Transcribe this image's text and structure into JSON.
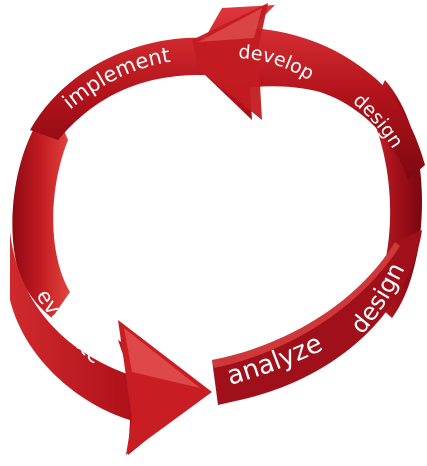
{
  "diagram": {
    "labels": {
      "implement": "implement",
      "develop": "develop",
      "design_right": "design",
      "design_lower": "design",
      "analyze": "analyze",
      "evaluate": "evaluate"
    },
    "colors": {
      "band_dark": "#8e0a12",
      "band_mid": "#b3131b",
      "band_light": "#d9383a",
      "highlight": "#ff8a86",
      "text": "#ffffff"
    }
  }
}
